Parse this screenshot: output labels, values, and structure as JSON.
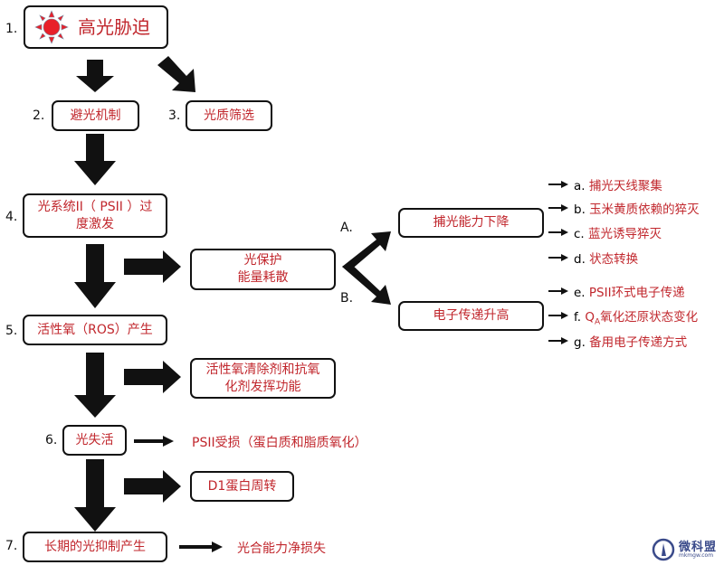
{
  "steps": [
    {
      "num": "1.",
      "label": "高光胁迫"
    },
    {
      "num": "2.",
      "label": "避光机制"
    },
    {
      "num": "3.",
      "label": "光质筛选"
    },
    {
      "num": "4.",
      "label_line1": "光系统II（ PSII ）过",
      "label_line2": "度激发"
    },
    {
      "num": "5.",
      "label": "活性氧（ROS）产生"
    },
    {
      "num": "6.",
      "label": "光失活"
    },
    {
      "num": "7.",
      "label": "长期的光抑制产生"
    }
  ],
  "side_boxes": {
    "photoprotection_line1": "光保护",
    "photoprotection_line2": "能量耗散",
    "ros_scavenge_line1": "活性氧清除剂和抗氧",
    "ros_scavenge_line2": "化剂发挥功能",
    "d1_turnover": "D1蛋白周转"
  },
  "branches": {
    "a_label": "A.",
    "b_label": "B.",
    "a_box": "捕光能力下降",
    "b_box": "电子传递升高"
  },
  "mechanisms": [
    {
      "letter": "a.",
      "text": "捕光天线聚集"
    },
    {
      "letter": "b.",
      "text": "玉米黄质依赖的猝灭"
    },
    {
      "letter": "c.",
      "text": "蓝光诱导猝灭"
    },
    {
      "letter": "d.",
      "text": "状态转换"
    },
    {
      "letter": "e.",
      "text": "PSII环式电子传递"
    },
    {
      "letter": "f.",
      "text_prefix": "Q",
      "text_sub": "A",
      "text": "氧化还原状态变化"
    },
    {
      "letter": "g.",
      "text": "备用电子传递方式"
    }
  ],
  "outcomes": {
    "psii_damage": "PSII受损（蛋白质和脂质氧化）",
    "net_loss": "光合能力净损失"
  },
  "watermark": {
    "name": "微科盟",
    "sub": "mkmgw.com"
  },
  "colors": {
    "text_red": "#c1272d",
    "arrow": "#111111",
    "sun": "#e8202a"
  }
}
